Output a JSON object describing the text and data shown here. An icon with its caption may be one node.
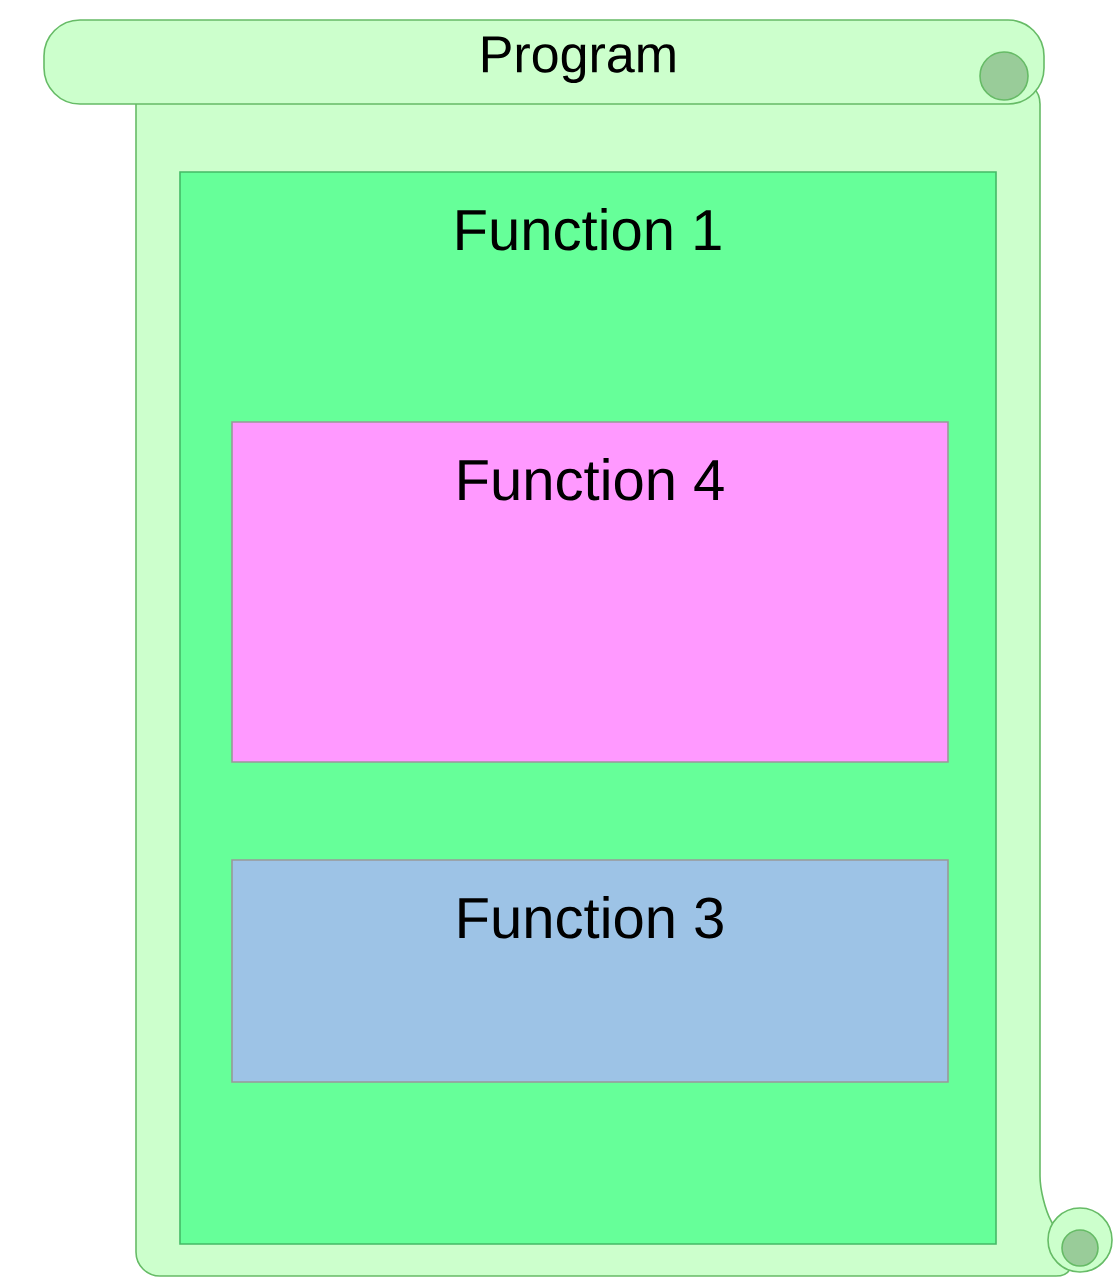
{
  "diagram": {
    "nodes": [
      {
        "text": [
          "Program"
        ]
      },
      {
        "text": [
          "Function 1"
        ],
        "in": 0
      },
      {
        "text": [
          "Function 4"
        ],
        "in": 1
      },
      {
        "text": [
          "Function 3"
        ],
        "in": 1
      }
    ]
  }
}
